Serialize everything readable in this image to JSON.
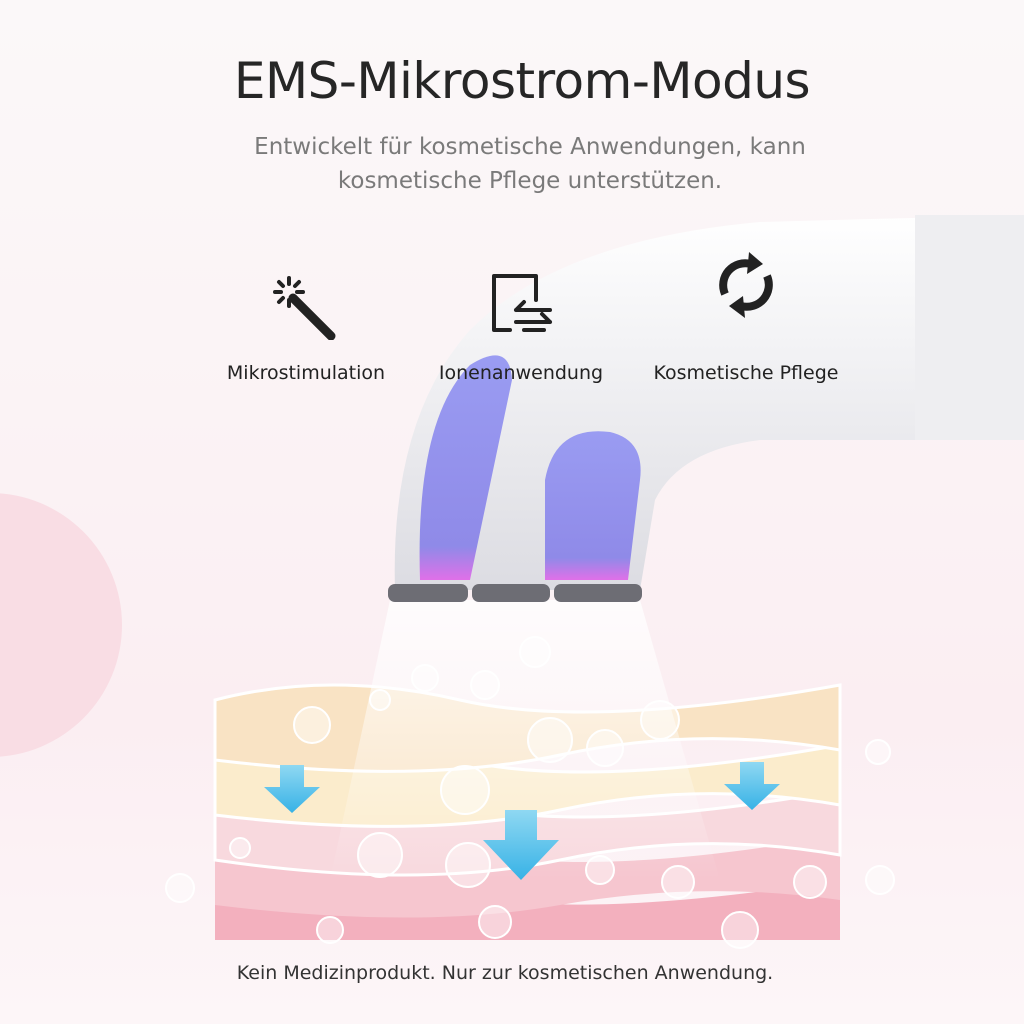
{
  "header": {
    "title": "EMS-Mikrostrom-Modus",
    "subtitle": "Entwickelt für kosmetische Anwendungen, kann kosmetische Pflege unterstützen."
  },
  "features": [
    {
      "icon": "magic-wand-icon",
      "label": "Mikrostimulation"
    },
    {
      "icon": "ion-exchange-icon",
      "label": "Ionenanwendung"
    },
    {
      "icon": "refresh-cycle-icon",
      "label": "Kosmetische Pflege"
    }
  ],
  "footer": {
    "disclaimer": "Kein Medizinprodukt. Nur zur kosmetischen Anwendung."
  },
  "colors": {
    "electrode": "#8f8ff0",
    "arrow": "#4dbde8",
    "skin_top": "#f9e6c6",
    "skin_bottom": "#f4b8c4"
  }
}
